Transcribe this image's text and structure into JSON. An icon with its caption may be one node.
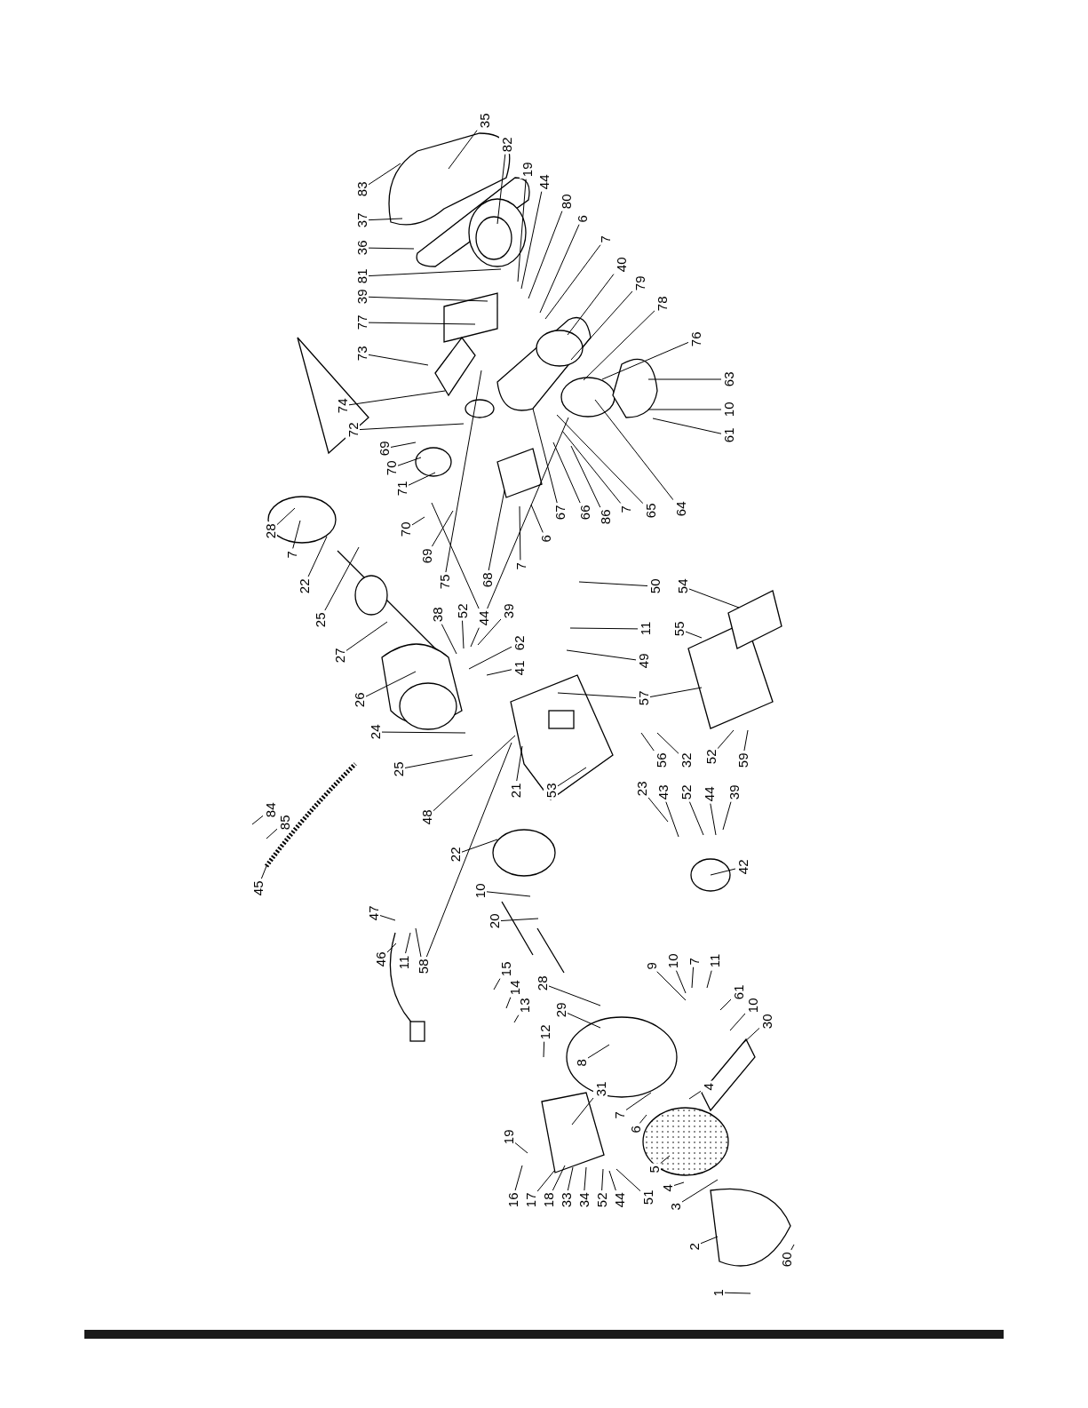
{
  "diagram": {
    "nodes": [
      {
        "text": [
          "83"
        ]
      },
      {
        "text": [
          "37"
        ]
      },
      {
        "text": [
          "36"
        ]
      },
      {
        "text": [
          "81"
        ]
      },
      {
        "text": [
          "39"
        ]
      },
      {
        "text": [
          "77"
        ]
      },
      {
        "text": [
          "73"
        ]
      },
      {
        "text": [
          "35"
        ]
      },
      {
        "text": [
          "82"
        ]
      },
      {
        "text": [
          "19"
        ]
      },
      {
        "text": [
          "44"
        ]
      },
      {
        "text": [
          "80"
        ]
      },
      {
        "text": [
          "6"
        ]
      },
      {
        "text": [
          "7"
        ]
      },
      {
        "text": [
          "40"
        ]
      },
      {
        "text": [
          "79"
        ]
      },
      {
        "text": [
          "78"
        ]
      },
      {
        "text": [
          "76"
        ]
      },
      {
        "text": [
          "63"
        ]
      },
      {
        "text": [
          "10"
        ]
      },
      {
        "text": [
          "61"
        ]
      },
      {
        "text": [
          "74"
        ]
      },
      {
        "text": [
          "72"
        ]
      },
      {
        "text": [
          "69"
        ]
      },
      {
        "text": [
          "70"
        ]
      },
      {
        "text": [
          "71"
        ]
      },
      {
        "text": [
          "75"
        ]
      },
      {
        "text": [
          "70"
        ]
      },
      {
        "text": [
          "69"
        ]
      },
      {
        "text": [
          "68"
        ]
      },
      {
        "text": [
          "7"
        ]
      },
      {
        "text": [
          "6"
        ]
      },
      {
        "text": [
          "67"
        ]
      },
      {
        "text": [
          "66"
        ]
      },
      {
        "text": [
          "86"
        ]
      },
      {
        "text": [
          "7"
        ]
      },
      {
        "text": [
          "65"
        ]
      },
      {
        "text": [
          "64"
        ]
      },
      {
        "text": [
          "28"
        ]
      },
      {
        "text": [
          "7"
        ]
      },
      {
        "text": [
          "22"
        ]
      },
      {
        "text": [
          "25"
        ]
      },
      {
        "text": [
          "27"
        ]
      },
      {
        "text": [
          "26"
        ]
      },
      {
        "text": [
          "24"
        ]
      },
      {
        "text": [
          "25"
        ]
      },
      {
        "text": [
          "48"
        ]
      },
      {
        "text": [
          "21"
        ]
      },
      {
        "text": [
          "53"
        ]
      },
      {
        "text": [
          "38"
        ]
      },
      {
        "text": [
          "52"
        ]
      },
      {
        "text": [
          "44"
        ]
      },
      {
        "text": [
          "39"
        ]
      },
      {
        "text": [
          "62"
        ]
      },
      {
        "text": [
          "41"
        ]
      },
      {
        "text": [
          "50"
        ]
      },
      {
        "text": [
          "54"
        ]
      },
      {
        "text": [
          "11"
        ]
      },
      {
        "text": [
          "55"
        ]
      },
      {
        "text": [
          "49"
        ]
      },
      {
        "text": [
          "57"
        ]
      },
      {
        "text": [
          "56"
        ]
      },
      {
        "text": [
          "32"
        ]
      },
      {
        "text": [
          "52"
        ]
      },
      {
        "text": [
          "59"
        ]
      },
      {
        "text": [
          "23"
        ]
      },
      {
        "text": [
          "43"
        ]
      },
      {
        "text": [
          "52"
        ]
      },
      {
        "text": [
          "44"
        ]
      },
      {
        "text": [
          "39"
        ]
      },
      {
        "text": [
          "42"
        ]
      },
      {
        "text": [
          "84"
        ]
      },
      {
        "text": [
          "85"
        ]
      },
      {
        "text": [
          "45"
        ]
      },
      {
        "text": [
          "47"
        ]
      },
      {
        "text": [
          "46"
        ]
      },
      {
        "text": [
          "11"
        ]
      },
      {
        "text": [
          "58"
        ]
      },
      {
        "text": [
          "22"
        ]
      },
      {
        "text": [
          "10"
        ]
      },
      {
        "text": [
          "20"
        ]
      },
      {
        "text": [
          "15"
        ]
      },
      {
        "text": [
          "14"
        ]
      },
      {
        "text": [
          "13"
        ]
      },
      {
        "text": [
          "28"
        ]
      },
      {
        "text": [
          "12"
        ]
      },
      {
        "text": [
          "29"
        ]
      },
      {
        "text": [
          "8"
        ]
      },
      {
        "text": [
          "31"
        ]
      },
      {
        "text": [
          "9"
        ]
      },
      {
        "text": [
          "10"
        ]
      },
      {
        "text": [
          "7"
        ]
      },
      {
        "text": [
          "11"
        ]
      },
      {
        "text": [
          "61"
        ]
      },
      {
        "text": [
          "10"
        ]
      },
      {
        "text": [
          "30"
        ]
      },
      {
        "text": [
          "4"
        ]
      },
      {
        "text": [
          "7"
        ]
      },
      {
        "text": [
          "6"
        ]
      },
      {
        "text": [
          "19"
        ]
      },
      {
        "text": [
          "16"
        ]
      },
      {
        "text": [
          "17"
        ]
      },
      {
        "text": [
          "18"
        ]
      },
      {
        "text": [
          "33"
        ]
      },
      {
        "text": [
          "34"
        ]
      },
      {
        "text": [
          "52"
        ]
      },
      {
        "text": [
          "44"
        ]
      },
      {
        "text": [
          "51"
        ]
      },
      {
        "text": [
          "5"
        ]
      },
      {
        "text": [
          "4"
        ]
      },
      {
        "text": [
          "3"
        ]
      },
      {
        "text": [
          "2"
        ]
      },
      {
        "text": [
          "60"
        ]
      },
      {
        "text": [
          "1"
        ]
      }
    ],
    "edges": [
      {
        "from": 0,
        "to": null,
        "arrow": "none"
      },
      {
        "from": 1,
        "to": null,
        "arrow": "none"
      },
      {
        "from": 2,
        "to": null,
        "arrow": "none"
      },
      {
        "from": 3,
        "to": null,
        "arrow": "none"
      },
      {
        "from": 4,
        "to": null,
        "arrow": "none"
      },
      {
        "from": 5,
        "to": null,
        "arrow": "none"
      },
      {
        "from": 6,
        "to": null,
        "arrow": "none"
      },
      {
        "from": 7,
        "to": null,
        "arrow": "none"
      },
      {
        "from": 8,
        "to": null,
        "arrow": "none"
      },
      {
        "from": 9,
        "to": null,
        "arrow": "none"
      },
      {
        "from": 10,
        "to": null,
        "arrow": "none"
      },
      {
        "from": 11,
        "to": null,
        "arrow": "none"
      },
      {
        "from": 12,
        "to": null,
        "arrow": "none"
      },
      {
        "from": 13,
        "to": null,
        "arrow": "none"
      },
      {
        "from": 14,
        "to": null,
        "arrow": "none"
      },
      {
        "from": 15,
        "to": null,
        "arrow": "none"
      },
      {
        "from": 16,
        "to": null,
        "arrow": "none"
      },
      {
        "from": 17,
        "to": null,
        "arrow": "none"
      },
      {
        "from": 18,
        "to": null,
        "arrow": "none"
      },
      {
        "from": 19,
        "to": null,
        "arrow": "none"
      },
      {
        "from": 20,
        "to": null,
        "arrow": "none"
      },
      {
        "from": 21,
        "to": null,
        "arrow": "none"
      },
      {
        "from": 22,
        "to": null,
        "arrow": "none"
      },
      {
        "from": 23,
        "to": null,
        "arrow": "none"
      },
      {
        "from": 24,
        "to": null,
        "arrow": "none"
      },
      {
        "from": 25,
        "to": null,
        "arrow": "none"
      },
      {
        "from": 26,
        "to": null,
        "arrow": "none"
      },
      {
        "from": 27,
        "to": null,
        "arrow": "none"
      },
      {
        "from": 28,
        "to": null,
        "arrow": "none"
      },
      {
        "from": 29,
        "to": null,
        "arrow": "none"
      },
      {
        "from": 30,
        "to": null,
        "arrow": "none"
      },
      {
        "from": 31,
        "to": null,
        "arrow": "none"
      },
      {
        "from": 32,
        "to": null,
        "arrow": "none"
      },
      {
        "from": 33,
        "to": null,
        "arrow": "none"
      },
      {
        "from": 34,
        "to": null,
        "arrow": "none"
      },
      {
        "from": 35,
        "to": null,
        "arrow": "none"
      },
      {
        "from": 36,
        "to": null,
        "arrow": "none"
      },
      {
        "from": 37,
        "to": null,
        "arrow": "none"
      },
      {
        "from": 38,
        "to": null,
        "arrow": "none"
      },
      {
        "from": 39,
        "to": null,
        "arrow": "none"
      },
      {
        "from": 40,
        "to": null,
        "arrow": "none"
      },
      {
        "from": 41,
        "to": null,
        "arrow": "none"
      },
      {
        "from": 42,
        "to": null,
        "arrow": "none"
      },
      {
        "from": 43,
        "to": null,
        "arrow": "none"
      },
      {
        "from": 44,
        "to": null,
        "arrow": "none"
      },
      {
        "from": 45,
        "to": null,
        "arrow": "none"
      },
      {
        "from": 46,
        "to": null,
        "arrow": "none"
      },
      {
        "from": 47,
        "to": null,
        "arrow": "none"
      },
      {
        "from": 48,
        "to": null,
        "arrow": "none"
      },
      {
        "from": 49,
        "to": null,
        "arrow": "none"
      },
      {
        "from": 50,
        "to": null,
        "arrow": "none"
      },
      {
        "from": 51,
        "to": null,
        "arrow": "none"
      },
      {
        "from": 52,
        "to": null,
        "arrow": "none"
      },
      {
        "from": 53,
        "to": null,
        "arrow": "none"
      },
      {
        "from": 54,
        "to": null,
        "arrow": "none"
      },
      {
        "from": 55,
        "to": null,
        "arrow": "none"
      },
      {
        "from": 56,
        "to": null,
        "arrow": "none"
      },
      {
        "from": 57,
        "to": null,
        "arrow": "none"
      },
      {
        "from": 58,
        "to": null,
        "arrow": "none"
      },
      {
        "from": 59,
        "to": null,
        "arrow": "none"
      },
      {
        "from": 60,
        "to": null,
        "arrow": "none"
      },
      {
        "from": 61,
        "to": null,
        "arrow": "none"
      },
      {
        "from": 62,
        "to": null,
        "arrow": "none"
      },
      {
        "from": 63,
        "to": null,
        "arrow": "none"
      },
      {
        "from": 64,
        "to": null,
        "arrow": "none"
      },
      {
        "from": 65,
        "to": null,
        "arrow": "none"
      },
      {
        "from": 66,
        "to": null,
        "arrow": "none"
      },
      {
        "from": 67,
        "to": null,
        "arrow": "none"
      },
      {
        "from": 68,
        "to": null,
        "arrow": "none"
      },
      {
        "from": 69,
        "to": null,
        "arrow": "none"
      },
      {
        "from": 70,
        "to": null,
        "arrow": "none"
      },
      {
        "from": 71,
        "to": null,
        "arrow": "none"
      },
      {
        "from": 72,
        "to": null,
        "arrow": "none"
      },
      {
        "from": 73,
        "to": null,
        "arrow": "none"
      },
      {
        "from": 74,
        "to": null,
        "arrow": "none"
      },
      {
        "from": 75,
        "to": null,
        "arrow": "none"
      },
      {
        "from": 76,
        "to": null,
        "arrow": "none"
      },
      {
        "from": 77,
        "to": null,
        "arrow": "none"
      },
      {
        "from": 78,
        "to": null,
        "arrow": "none"
      },
      {
        "from": 79,
        "to": null,
        "arrow": "none"
      },
      {
        "from": 80,
        "to": null,
        "arrow": "none"
      },
      {
        "from": 81,
        "to": null,
        "arrow": "none"
      },
      {
        "from": 82,
        "to": null,
        "arrow": "none"
      },
      {
        "from": 83,
        "to": null,
        "arrow": "none"
      },
      {
        "from": 84,
        "to": null,
        "arrow": "none"
      },
      {
        "from": 85,
        "to": null,
        "arrow": "none"
      },
      {
        "from": 86,
        "to": null,
        "arrow": "none"
      },
      {
        "from": 87,
        "to": null,
        "arrow": "none"
      },
      {
        "from": 88,
        "to": null,
        "arrow": "none"
      },
      {
        "from": 89,
        "to": null,
        "arrow": "none"
      },
      {
        "from": 90,
        "to": null,
        "arrow": "none"
      },
      {
        "from": 91,
        "to": null,
        "arrow": "none"
      },
      {
        "from": 92,
        "to": null,
        "arrow": "none"
      },
      {
        "from": 93,
        "to": null,
        "arrow": "none"
      },
      {
        "from": 94,
        "to": null,
        "arrow": "none"
      },
      {
        "from": 95,
        "to": null,
        "arrow": "none"
      },
      {
        "from": 96,
        "to": null,
        "arrow": "none"
      },
      {
        "from": 97,
        "to": null,
        "arrow": "none"
      },
      {
        "from": 98,
        "to": null,
        "arrow": "none"
      },
      {
        "from": 99,
        "to": null,
        "arrow": "none"
      },
      {
        "from": 100,
        "to": null,
        "arrow": "none"
      },
      {
        "from": 101,
        "to": null,
        "arrow": "none"
      },
      {
        "from": 102,
        "to": null,
        "arrow": "none"
      },
      {
        "from": 103,
        "to": null,
        "arrow": "none"
      },
      {
        "from": 104,
        "to": null,
        "arrow": "none"
      },
      {
        "from": 105,
        "to": null,
        "arrow": "none"
      },
      {
        "from": 106,
        "to": null,
        "arrow": "none"
      },
      {
        "from": 107,
        "to": null,
        "arrow": "none"
      },
      {
        "from": 108,
        "to": null,
        "arrow": "none"
      },
      {
        "from": 109,
        "to": null,
        "arrow": "none"
      },
      {
        "from": 110,
        "to": null,
        "arrow": "none"
      },
      {
        "from": 111,
        "to": null,
        "arrow": "none"
      },
      {
        "from": 112,
        "to": null,
        "arrow": "none"
      },
      {
        "from": 113,
        "to": null,
        "arrow": "none"
      },
      {
        "from": 51,
        "to": null,
        "arrow": "none"
      },
      {
        "from": 51,
        "to": null,
        "arrow": "none"
      },
      {
        "from": 60,
        "to": null,
        "arrow": "none"
      },
      {
        "from": 77,
        "to": null,
        "arrow": "none"
      }
    ]
  }
}
